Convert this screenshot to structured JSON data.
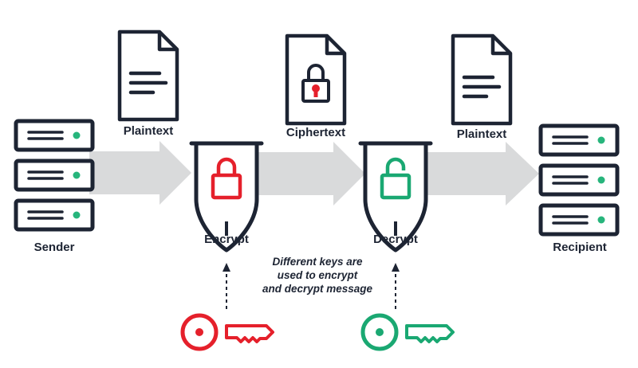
{
  "colors": {
    "ink": "#1d2433",
    "arrow": "#d9dadb",
    "led": "#27b57c",
    "locked": "#e5202b",
    "unlocked": "#1aa872",
    "key_encrypt": "#e5202b",
    "key_decrypt": "#1aa872"
  },
  "nodes": {
    "sender": {
      "label": "Sender",
      "icon": "server-stack-icon"
    },
    "recipient": {
      "label": "Recipient",
      "icon": "server-stack-icon"
    },
    "encrypt": {
      "label": "Encrypt",
      "icon": "shield-locked-icon"
    },
    "decrypt": {
      "label": "Decrypt",
      "icon": "shield-unlocked-icon"
    }
  },
  "documents": {
    "plaintext_in": {
      "label": "Plaintext",
      "icon": "text-document-icon"
    },
    "ciphertext": {
      "label": "Ciphertext",
      "icon": "locked-document-icon"
    },
    "plaintext_out": {
      "label": "Plaintext",
      "icon": "text-document-icon"
    }
  },
  "keys": {
    "encrypt_key": {
      "icon": "encryption-key-icon"
    },
    "decrypt_key": {
      "icon": "decryption-key-icon"
    }
  },
  "note": {
    "lines": [
      "Different keys are",
      "used to encrypt",
      "and decrypt message"
    ]
  }
}
